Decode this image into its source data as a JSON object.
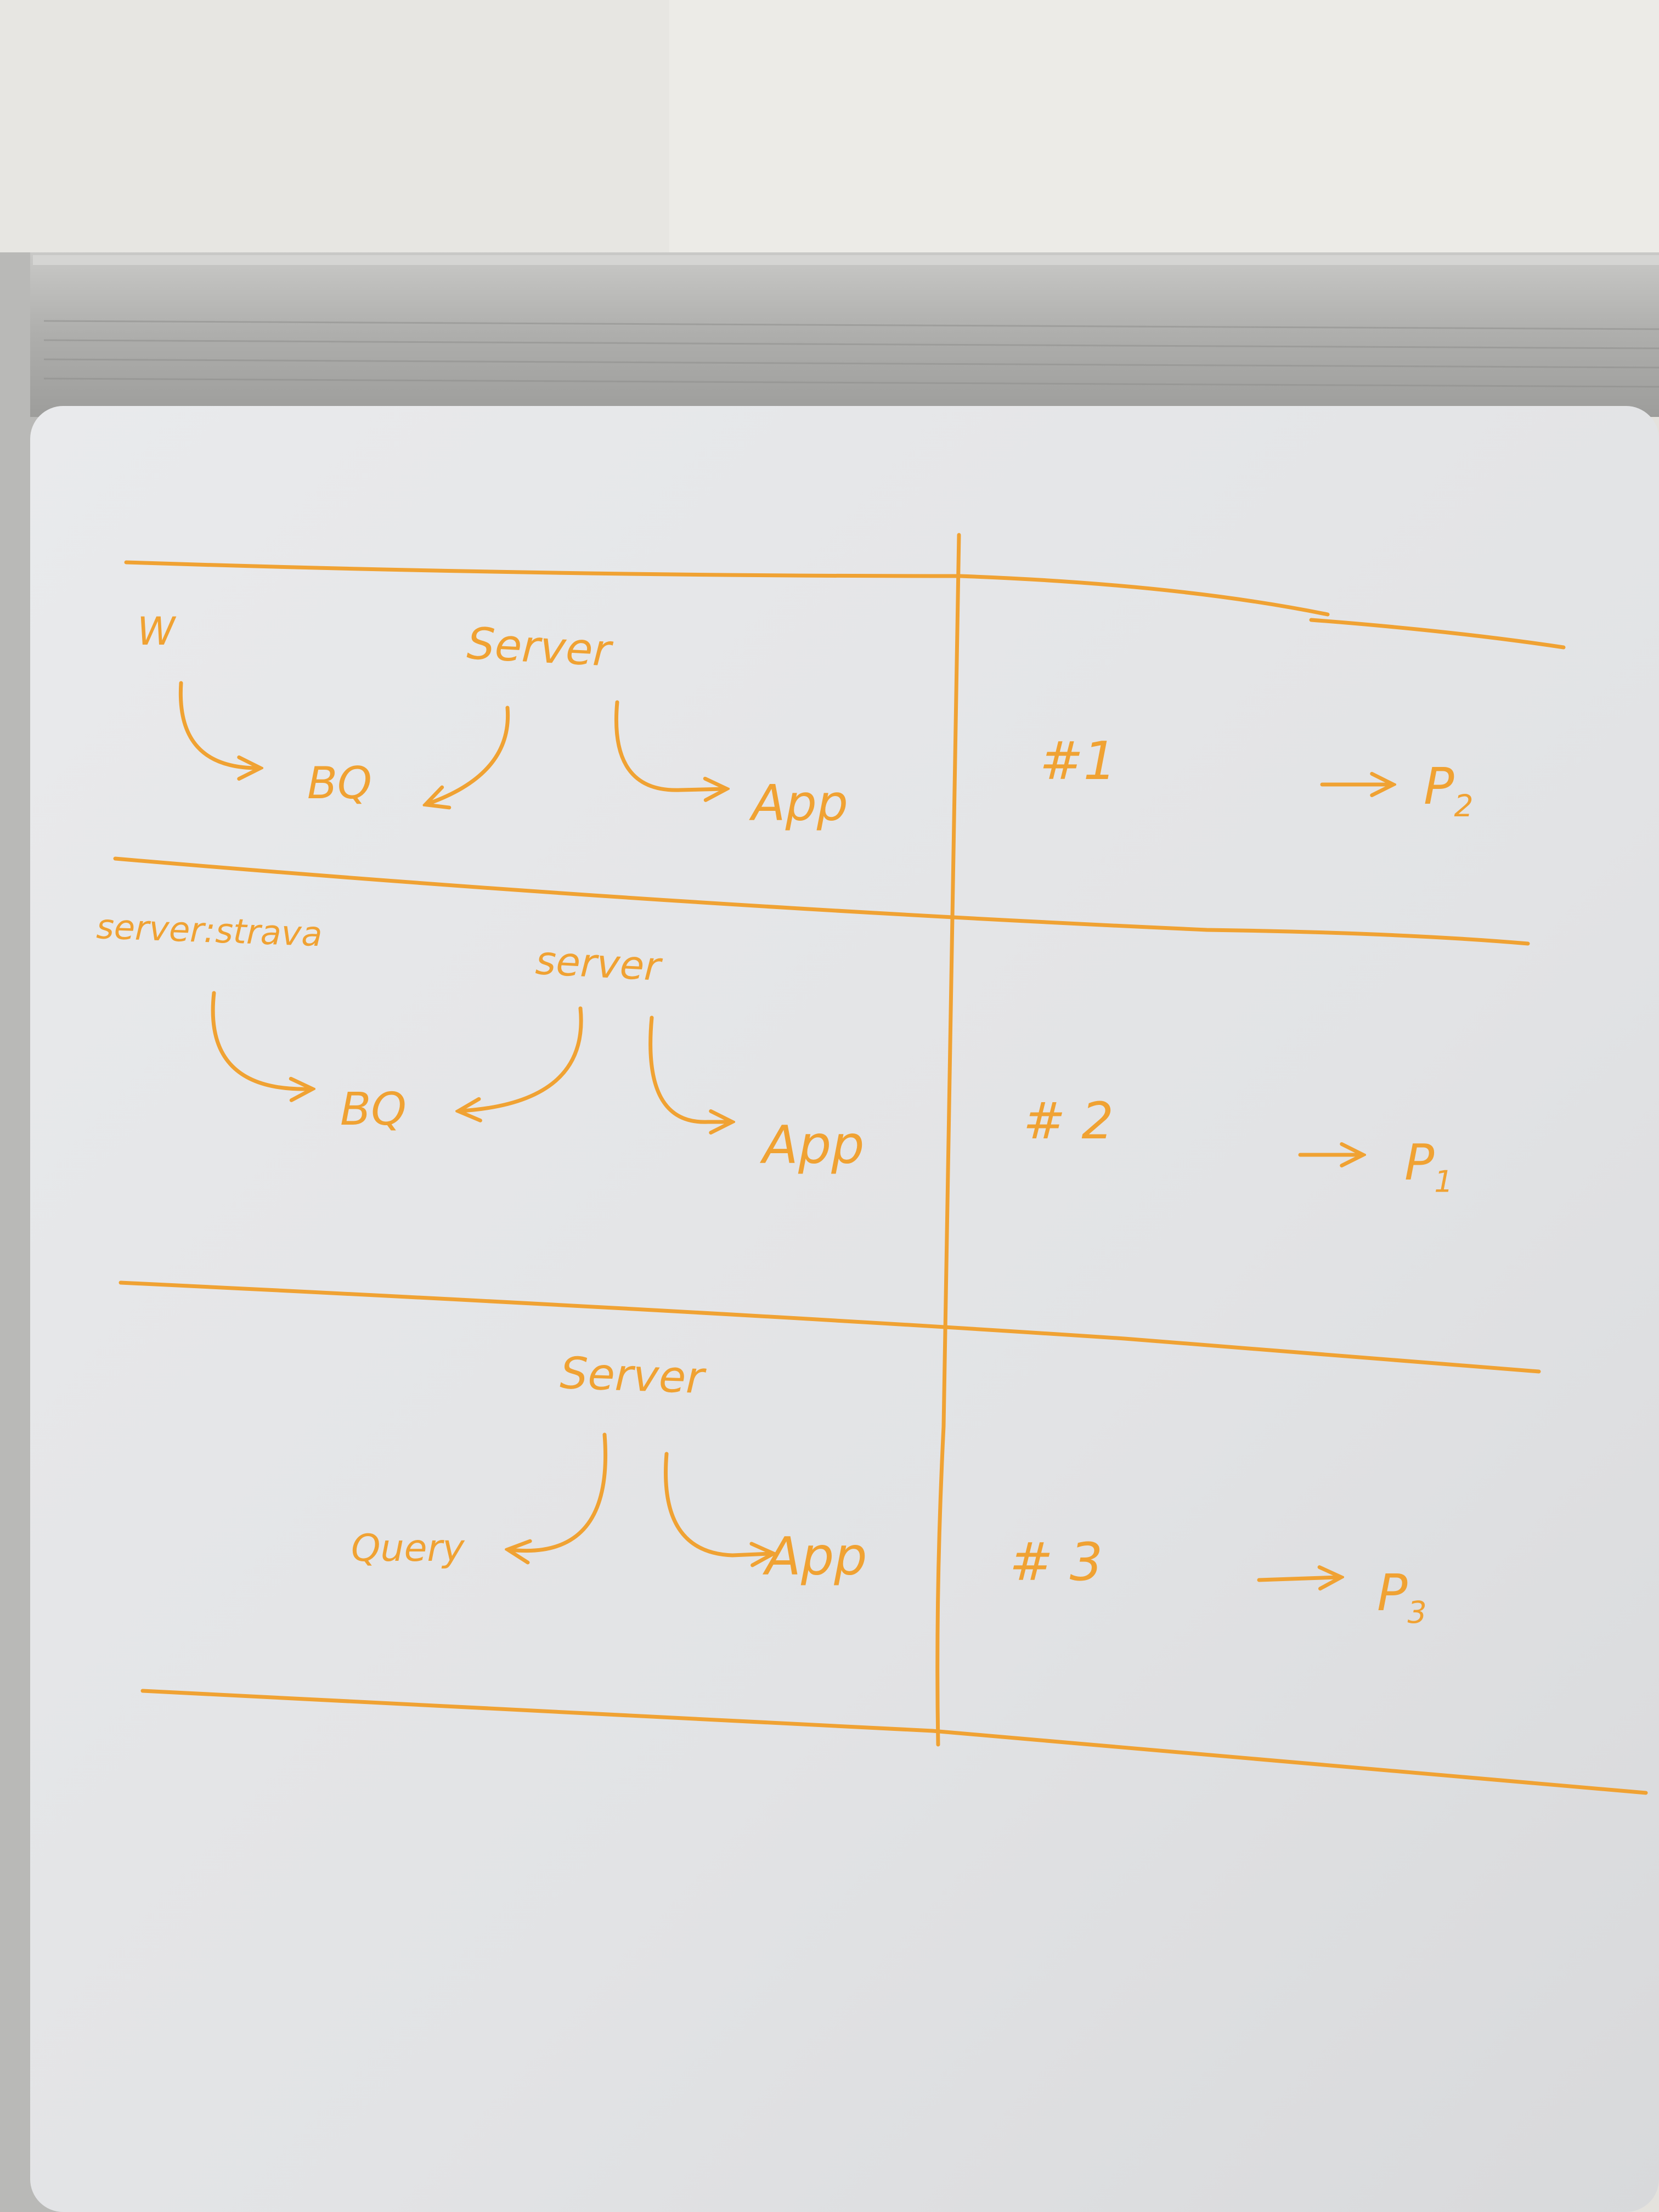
{
  "colors": {
    "marker": "#f0a233",
    "wall_left": "#e7e6e2",
    "wall_right": "#ecebe7",
    "board": "#e3e4e6",
    "frame": "#b7b7b5"
  },
  "rows": [
    {
      "left_label": "W",
      "top_label": "Server",
      "sink_label": "BQ",
      "app_label": "App",
      "number_label": "#1",
      "priority_label": "P",
      "priority_sub": "2"
    },
    {
      "left_label": "server:strava",
      "top_label": "server",
      "sink_label": "BQ",
      "app_label": "App",
      "number_label": "# 2",
      "priority_label": "P",
      "priority_sub": "1"
    },
    {
      "top_label": "Server",
      "sink_label": "Query",
      "app_label": "App",
      "number_label": "# 3",
      "priority_label": "P",
      "priority_sub": "3"
    }
  ]
}
